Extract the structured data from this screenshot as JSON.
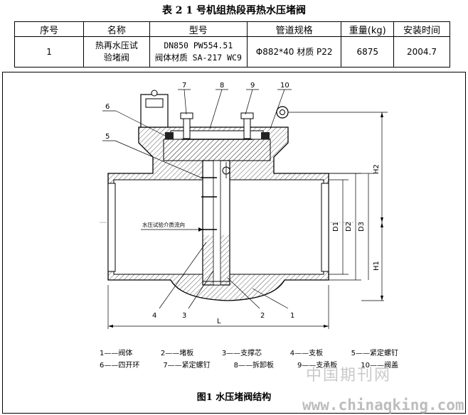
{
  "table": {
    "title": "表 2 1 号机组热段再热水压堵阀",
    "headers": [
      "序号",
      "名称",
      "型号",
      "管道规格",
      "重量(kg)",
      "安装时间"
    ],
    "row": {
      "no": "1",
      "name_line1": "热再水压试",
      "name_line2": "验堵阀",
      "model_line1": "DN850 PW554.51",
      "model_line2": "阀体材质 SA-217 WC9",
      "pipe_spec": "Φ882*40 材质 P22",
      "weight": "6875",
      "install_time": "2004.7"
    }
  },
  "figure": {
    "callouts": [
      "7",
      "8",
      "9",
      "10",
      "6",
      "5",
      "4",
      "3",
      "2",
      "1"
    ],
    "flow_label": "水压试验介质流向",
    "dims": [
      "D1",
      "D2",
      "D3",
      "H1",
      "H2",
      "L"
    ],
    "legend_row1": [
      "1——阀体",
      "2——堵板",
      "3——支撑芯",
      "4——支板",
      "5——紧定螺钉"
    ],
    "legend_row2": [
      "6——四开环",
      "7——紧定螺钉",
      "8——拆卸板",
      "9——支承板",
      "10——阀盖"
    ],
    "caption": "图1 水压堵阀结构"
  },
  "watermark": {
    "cn": "中国期刊网",
    "url": "www.chinaqking.com"
  }
}
